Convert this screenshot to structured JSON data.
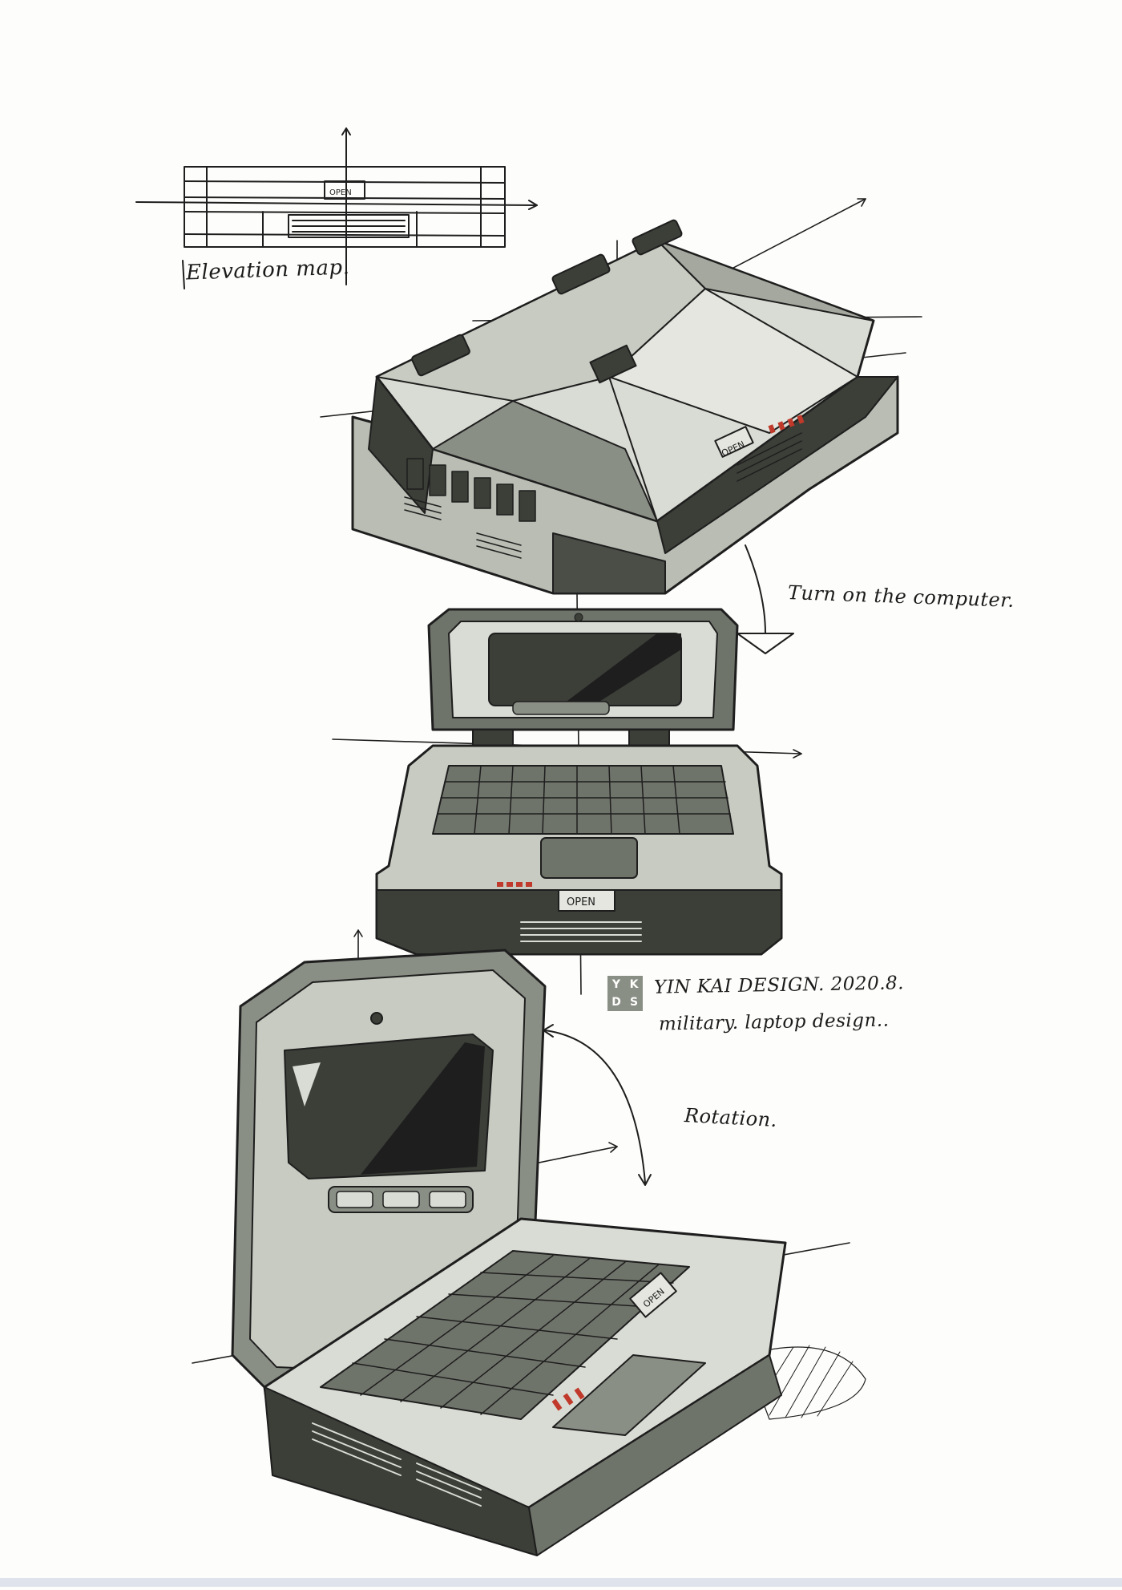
{
  "notes": {
    "elevation": "Elevation map.",
    "turn_on": "Turn on the computer.",
    "credit_line1": "YIN KAI DESIGN. 2020.8.",
    "credit_line2": "military. laptop design..",
    "rotation": "Rotation."
  },
  "logo": {
    "letters": [
      "Y",
      "K",
      "D",
      "S"
    ]
  },
  "labels": {
    "open": "OPEN"
  },
  "colors": {
    "ink": "#1e1e1e",
    "marker_dark": "#3b3f38",
    "marker_mid": "#6f746b",
    "marker_light": "#b9bdb3",
    "marker_pale": "#d9dcd4",
    "accent_red": "#c0392b",
    "paper": "#fdfdfb"
  }
}
